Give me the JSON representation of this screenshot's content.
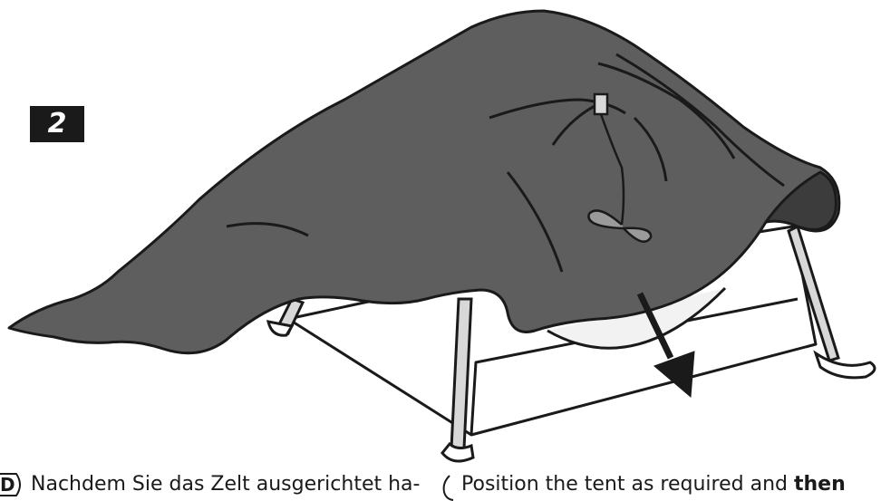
{
  "step": {
    "number": "2"
  },
  "illustration": {
    "subject": "tent-with-flysheet-icon"
  },
  "text": {
    "german_marker": "D",
    "german": "Nachdem Sie das Zelt ausgerichtet ha-",
    "english_plain": "Position the tent as required and ",
    "english_bold": "then"
  },
  "colors": {
    "flysheet": "#5e5e5e",
    "outline": "#1a1a1a",
    "badge": "#1a1a1a"
  }
}
